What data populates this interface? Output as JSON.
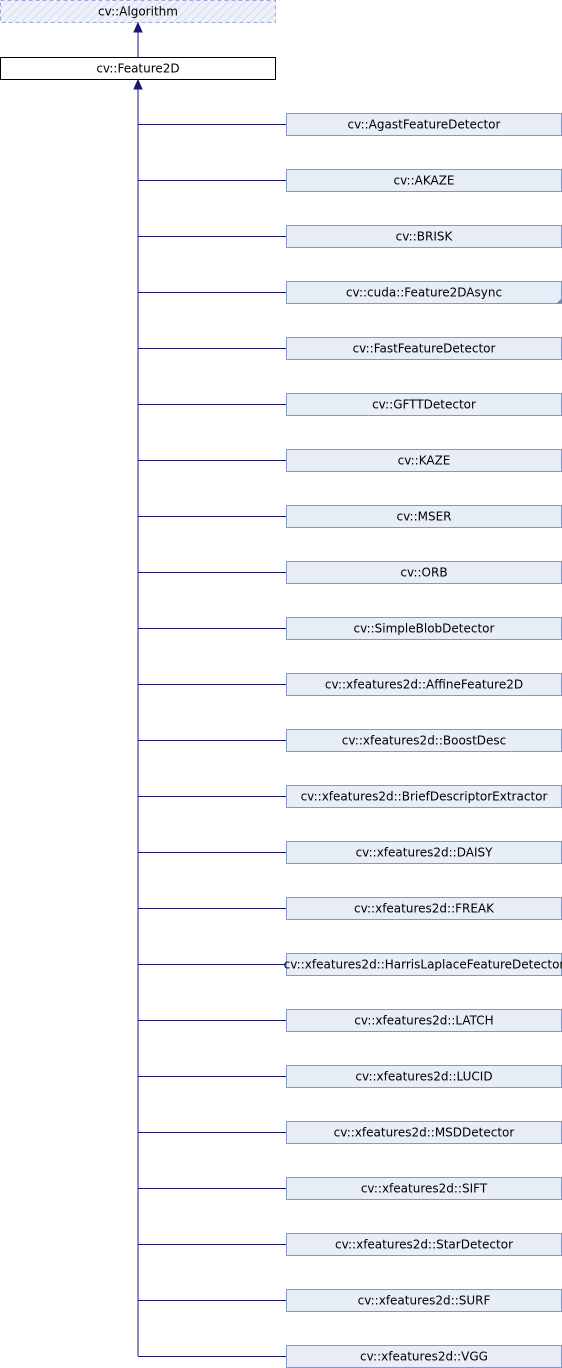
{
  "diagram": {
    "base_class": {
      "label": "cv::Algorithm",
      "style": "dashed"
    },
    "main_class": {
      "label": "cv::Feature2D"
    },
    "derived_classes": [
      {
        "label": "cv::AgastFeatureDetector",
        "has_more": false
      },
      {
        "label": "cv::AKAZE",
        "has_more": false
      },
      {
        "label": "cv::BRISK",
        "has_more": false
      },
      {
        "label": "cv::cuda::Feature2DAsync",
        "has_more": true
      },
      {
        "label": "cv::FastFeatureDetector",
        "has_more": false
      },
      {
        "label": "cv::GFTTDetector",
        "has_more": false
      },
      {
        "label": "cv::KAZE",
        "has_more": false
      },
      {
        "label": "cv::MSER",
        "has_more": false
      },
      {
        "label": "cv::ORB",
        "has_more": false
      },
      {
        "label": "cv::SimpleBlobDetector",
        "has_more": false
      },
      {
        "label": "cv::xfeatures2d::AffineFeature2D",
        "has_more": false
      },
      {
        "label": "cv::xfeatures2d::BoostDesc",
        "has_more": false
      },
      {
        "label": "cv::xfeatures2d::BriefDescriptorExtractor",
        "has_more": false
      },
      {
        "label": "cv::xfeatures2d::DAISY",
        "has_more": false
      },
      {
        "label": "cv::xfeatures2d::FREAK",
        "has_more": false
      },
      {
        "label": "cv::xfeatures2d::HarrisLaplaceFeatureDetector",
        "has_more": false
      },
      {
        "label": "cv::xfeatures2d::LATCH",
        "has_more": false
      },
      {
        "label": "cv::xfeatures2d::LUCID",
        "has_more": false
      },
      {
        "label": "cv::xfeatures2d::MSDDetector",
        "has_more": false
      },
      {
        "label": "cv::xfeatures2d::SIFT",
        "has_more": false
      },
      {
        "label": "cv::xfeatures2d::StarDetector",
        "has_more": false
      },
      {
        "label": "cv::xfeatures2d::SURF",
        "has_more": false
      },
      {
        "label": "cv::xfeatures2d::VGG",
        "has_more": false
      }
    ]
  },
  "colors": {
    "edge": "#191970",
    "base_border": "#9aaad6",
    "base_fill": "#eef1f9",
    "base_text": "#7b7b7b",
    "main_border": "#000000",
    "main_fill": "#ffffff",
    "derived_border": "#8497c6",
    "derived_fill": "#e8eef7",
    "more_marker": "#6a83bd"
  }
}
